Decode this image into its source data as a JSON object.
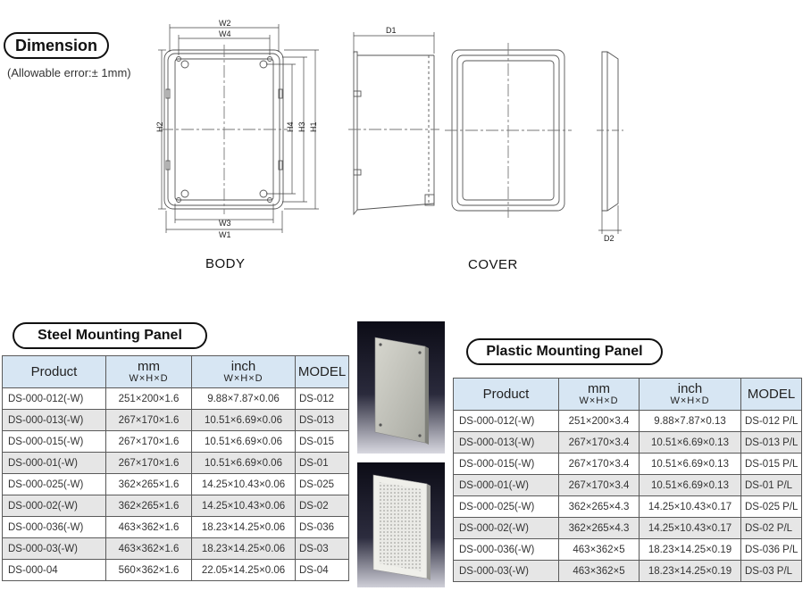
{
  "dimension": {
    "title": "Dimension",
    "note": "(Allowable error:± 1mm)",
    "body_caption": "BODY",
    "cover_caption": "COVER",
    "labels": {
      "w2": "W2",
      "w4": "W4",
      "w3": "W3",
      "w1": "W1",
      "h2": "H2",
      "h4": "H4",
      "h3": "H3",
      "h1": "H1",
      "d1": "D1",
      "d2": "D2"
    }
  },
  "steel_panel": {
    "title": "Steel Mounting Panel",
    "headers": {
      "product": "Product",
      "mm": "mm",
      "mm_sub": "W×H×D",
      "inch": "inch",
      "inch_sub": "W×H×D",
      "model": "MODEL"
    },
    "rows": [
      {
        "product": "DS-000-012(-W)",
        "mm": "251×200×1.6",
        "inch": "9.88×7.87×0.06",
        "model": "DS-012"
      },
      {
        "product": "DS-000-013(-W)",
        "mm": "267×170×1.6",
        "inch": "10.51×6.69×0.06",
        "model": "DS-013"
      },
      {
        "product": "DS-000-015(-W)",
        "mm": "267×170×1.6",
        "inch": "10.51×6.69×0.06",
        "model": "DS-015"
      },
      {
        "product": "DS-000-01(-W)",
        "mm": "267×170×1.6",
        "inch": "10.51×6.69×0.06",
        "model": "DS-01"
      },
      {
        "product": "DS-000-025(-W)",
        "mm": "362×265×1.6",
        "inch": "14.25×10.43×0.06",
        "model": "DS-025"
      },
      {
        "product": "DS-000-02(-W)",
        "mm": "362×265×1.6",
        "inch": "14.25×10.43×0.06",
        "model": "DS-02"
      },
      {
        "product": "DS-000-036(-W)",
        "mm": "463×362×1.6",
        "inch": "18.23×14.25×0.06",
        "model": "DS-036"
      },
      {
        "product": "DS-000-03(-W)",
        "mm": "463×362×1.6",
        "inch": "18.23×14.25×0.06",
        "model": "DS-03"
      },
      {
        "product": "DS-000-04",
        "mm": "560×362×1.6",
        "inch": "22.05×14.25×0.06",
        "model": "DS-04"
      }
    ]
  },
  "plastic_panel": {
    "title": "Plastic Mounting Panel",
    "headers": {
      "product": "Product",
      "mm": "mm",
      "mm_sub": "W×H×D",
      "inch": "inch",
      "inch_sub": "W×H×D",
      "model": "MODEL"
    },
    "rows": [
      {
        "product": "DS-000-012(-W)",
        "mm": "251×200×3.4",
        "inch": "9.88×7.87×0.13",
        "model": "DS-012 P/L"
      },
      {
        "product": "DS-000-013(-W)",
        "mm": "267×170×3.4",
        "inch": "10.51×6.69×0.13",
        "model": "DS-013 P/L"
      },
      {
        "product": "DS-000-015(-W)",
        "mm": "267×170×3.4",
        "inch": "10.51×6.69×0.13",
        "model": "DS-015 P/L"
      },
      {
        "product": "DS-000-01(-W)",
        "mm": "267×170×3.4",
        "inch": "10.51×6.69×0.13",
        "model": "DS-01 P/L"
      },
      {
        "product": "DS-000-025(-W)",
        "mm": "362×265×4.3",
        "inch": "14.25×10.43×0.17",
        "model": "DS-025 P/L"
      },
      {
        "product": "DS-000-02(-W)",
        "mm": "362×265×4.3",
        "inch": "14.25×10.43×0.17",
        "model": "DS-02 P/L"
      },
      {
        "product": "DS-000-036(-W)",
        "mm": "463×362×5",
        "inch": "18.23×14.25×0.19",
        "model": "DS-036 P/L"
      },
      {
        "product": "DS-000-03(-W)",
        "mm": "463×362×5",
        "inch": "18.23×14.25×0.19",
        "model": "DS-03 P/L"
      }
    ]
  }
}
